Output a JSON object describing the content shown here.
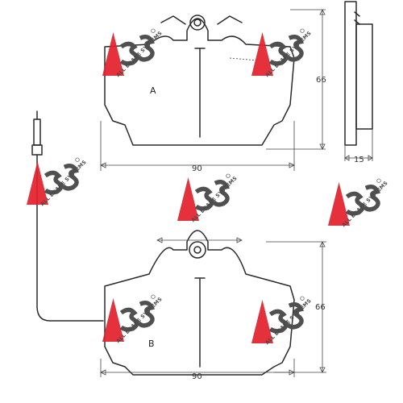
{
  "pads": {
    "top": {
      "label": "A",
      "width_mm": "90",
      "height_mm": "66"
    },
    "bottom": {
      "label": "B",
      "width_mm": "90",
      "height_mm": "66"
    }
  },
  "side_view": {
    "thickness_mm": "15"
  },
  "watermark": {
    "brand": "ABS",
    "tagline": "ALL BRAKE SYSTEMS",
    "registered": "®",
    "accent_color": "#e3202b",
    "ink_color": "#505050"
  },
  "colors": {
    "line": "#2a2a2a",
    "background": "#ffffff"
  }
}
